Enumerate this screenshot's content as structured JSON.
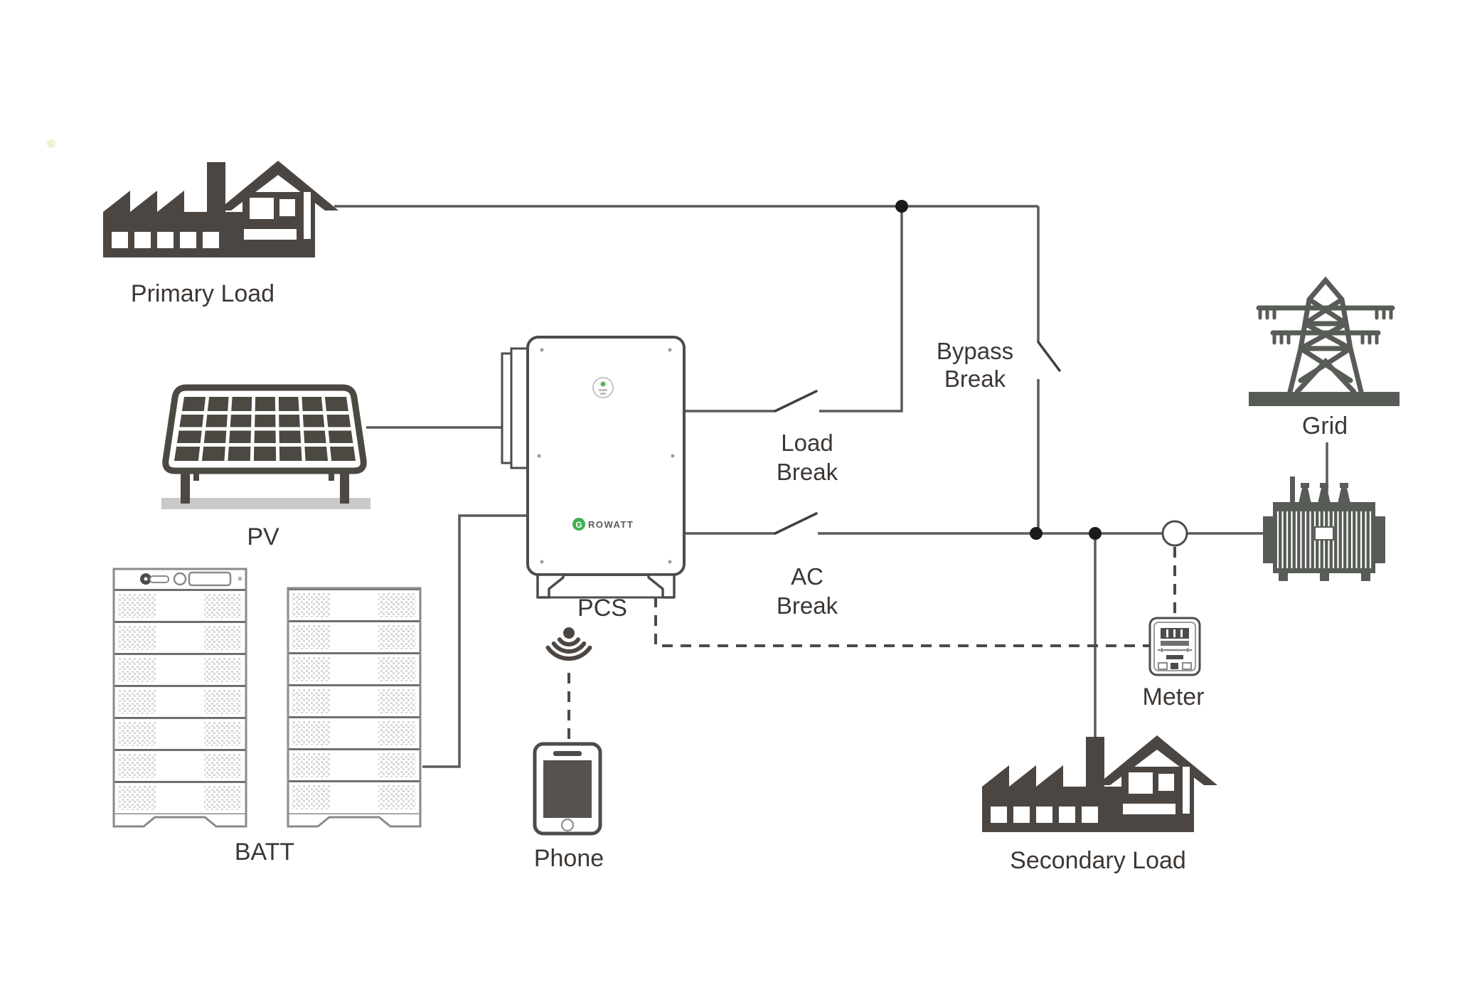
{
  "nodes": {
    "primary_load": {
      "label": "Primary Load"
    },
    "pv": {
      "label": "PV"
    },
    "batt": {
      "label": "BATT"
    },
    "pcs": {
      "label": "PCS",
      "brand_g": "G",
      "brand_rest": "ROWATT"
    },
    "phone": {
      "label": "Phone"
    },
    "grid": {
      "label": "Grid"
    },
    "meter": {
      "label": "Meter"
    },
    "secondary_load": {
      "label": "Secondary Load"
    }
  },
  "breakers": {
    "load_break": {
      "line1": "Load",
      "line2": "Break"
    },
    "ac_break": {
      "line1": "AC",
      "line2": "Break"
    },
    "bypass_break": {
      "line1": "Bypass",
      "line2": "Break"
    }
  },
  "colors": {
    "icon_dark": "#4c4642",
    "steel_gray": "#585c56",
    "wire": "#5a5a5a",
    "rack_outline": "#8a8a8a",
    "brand_green": "#3eb253",
    "text": "#3d3734"
  }
}
